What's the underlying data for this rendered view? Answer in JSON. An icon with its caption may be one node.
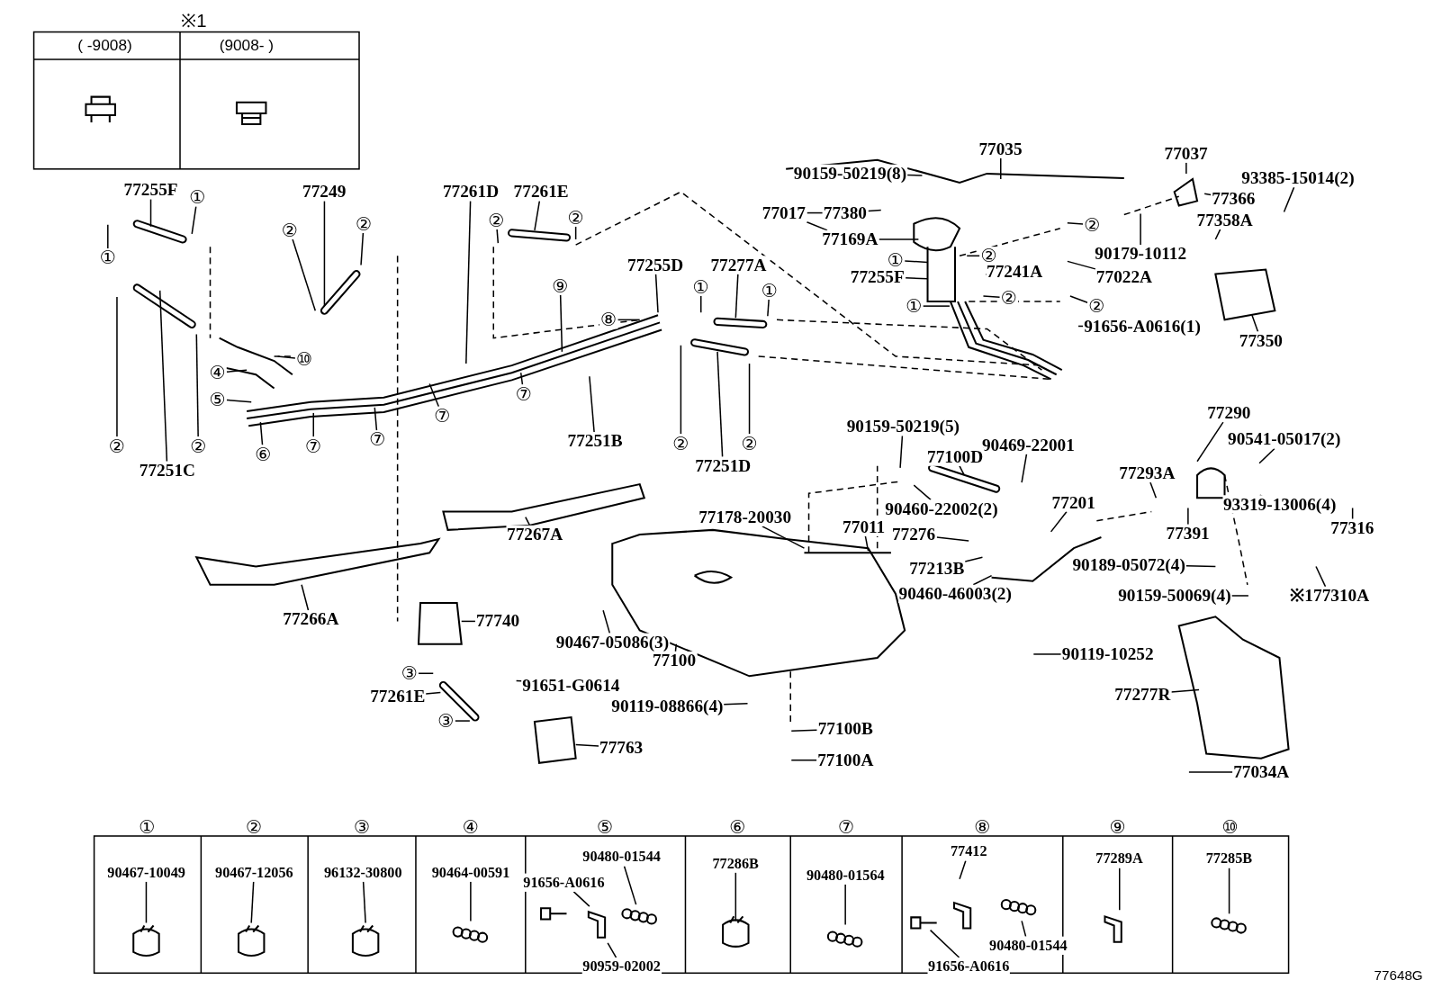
{
  "diagram": {
    "nodes": [
      {
        "text": [
          "77255F"
        ]
      },
      {
        "text": [
          "①"
        ]
      },
      {
        "text": [
          "①"
        ]
      },
      {
        "text": [
          "77249"
        ]
      },
      {
        "text": [
          "②"
        ]
      },
      {
        "text": [
          "②"
        ]
      },
      {
        "text": [
          "②"
        ]
      },
      {
        "text": [
          "77251C"
        ]
      },
      {
        "text": [
          "②"
        ]
      },
      {
        "text": [
          "⑩"
        ]
      },
      {
        "text": [
          "④"
        ]
      },
      {
        "text": [
          "⑤"
        ]
      },
      {
        "text": [
          "⑥"
        ]
      },
      {
        "text": [
          "⑦"
        ]
      },
      {
        "text": [
          "⑦"
        ]
      },
      {
        "text": [
          "⑦"
        ]
      },
      {
        "text": [
          "⑦"
        ]
      },
      {
        "text": [
          "77261D"
        ]
      },
      {
        "text": [
          "77261E"
        ]
      },
      {
        "text": [
          "②"
        ]
      },
      {
        "text": [
          "②"
        ]
      },
      {
        "text": [
          "⑨"
        ]
      },
      {
        "text": [
          "77255D"
        ]
      },
      {
        "text": [
          "⑧"
        ]
      },
      {
        "text": [
          "77251B"
        ]
      },
      {
        "text": [
          "①"
        ]
      },
      {
        "text": [
          "77277A"
        ]
      },
      {
        "text": [
          "①"
        ]
      },
      {
        "text": [
          "②"
        ]
      },
      {
        "text": [
          "77251D"
        ]
      },
      {
        "text": [
          "②"
        ]
      },
      {
        "text": [
          "77035"
        ]
      },
      {
        "text": [
          "77037"
        ]
      },
      {
        "text": [
          "90159-50219(8)"
        ]
      },
      {
        "text": [
          "77017"
        ]
      },
      {
        "text": [
          "77380"
        ]
      },
      {
        "text": [
          "77169A"
        ]
      },
      {
        "text": [
          "①"
        ]
      },
      {
        "text": [
          "②"
        ]
      },
      {
        "text": [
          "77255F"
        ]
      },
      {
        "text": [
          "77241A"
        ]
      },
      {
        "text": [
          "①"
        ]
      },
      {
        "text": [
          "②"
        ]
      },
      {
        "text": [
          "②"
        ]
      },
      {
        "text": [
          "77022A"
        ]
      },
      {
        "text": [
          "②"
        ]
      },
      {
        "text": [
          "91656-A0616(1)"
        ]
      },
      {
        "text": [
          "90179-10112"
        ]
      },
      {
        "text": [
          "93385-15014(2)"
        ]
      },
      {
        "text": [
          "77366"
        ]
      },
      {
        "text": [
          "77358A"
        ]
      },
      {
        "text": [
          "77350"
        ]
      },
      {
        "text": [
          "90159-50219(5)"
        ]
      },
      {
        "text": [
          "90469-22001"
        ]
      },
      {
        "text": [
          "77100D"
        ]
      },
      {
        "text": [
          "90460-22002(2)"
        ]
      },
      {
        "text": [
          "77178-20030"
        ]
      },
      {
        "text": [
          "77011"
        ]
      },
      {
        "text": [
          "77276"
        ]
      },
      {
        "text": [
          "77213B"
        ]
      },
      {
        "text": [
          "90460-46003(2)"
        ]
      },
      {
        "text": [
          "77201"
        ]
      },
      {
        "text": [
          "77293A"
        ]
      },
      {
        "text": [
          "77391"
        ]
      },
      {
        "text": [
          "90189-05072(4)"
        ]
      },
      {
        "text": [
          "90159-50069(4)"
        ]
      },
      {
        "text": [
          "77290"
        ]
      },
      {
        "text": [
          "90541-05017(2)"
        ]
      },
      {
        "text": [
          "93319-13006(4)"
        ]
      },
      {
        "text": [
          "77316"
        ]
      },
      {
        "text": [
          "※177310A"
        ]
      },
      {
        "text": [
          "90119-10252"
        ]
      },
      {
        "text": [
          "77277R"
        ]
      },
      {
        "text": [
          "77034A"
        ]
      },
      {
        "text": [
          "77267A"
        ]
      },
      {
        "text": [
          "77266A"
        ]
      },
      {
        "text": [
          "77740"
        ]
      },
      {
        "text": [
          "90467-05086(3)"
        ]
      },
      {
        "text": [
          "77100"
        ]
      },
      {
        "text": [
          "③"
        ]
      },
      {
        "text": [
          "91651-G0614"
        ]
      },
      {
        "text": [
          "77261E"
        ]
      },
      {
        "text": [
          "90119-08866(4)"
        ]
      },
      {
        "text": [
          "③"
        ]
      },
      {
        "text": [
          "77763"
        ]
      },
      {
        "text": [
          "77100B"
        ]
      },
      {
        "text": [
          "77100A"
        ]
      },
      {
        "text": [
          "90467-10049"
        ]
      },
      {
        "text": [
          "90467-12056"
        ]
      },
      {
        "text": [
          "96132-30800"
        ]
      },
      {
        "text": [
          "90464-00591"
        ]
      },
      {
        "text": [
          "90480-01544"
        ]
      },
      {
        "text": [
          "91656-A0616"
        ]
      },
      {
        "text": [
          "90959-02002"
        ]
      },
      {
        "text": [
          "77286B"
        ]
      },
      {
        "text": [
          "90480-01564"
        ]
      },
      {
        "text": [
          "77412"
        ]
      },
      {
        "text": [
          "90480-01544"
        ]
      },
      {
        "text": [
          "91656-A0616"
        ]
      },
      {
        "text": [
          "77289A"
        ]
      },
      {
        "text": [
          "77285B"
        ]
      }
    ],
    "edges": [
      {
        "from": 0,
        "to": null,
        "arrow": "none"
      },
      {
        "from": 1,
        "to": null,
        "arrow": "none"
      },
      {
        "from": 2,
        "to": null,
        "arrow": "none"
      },
      {
        "from": 3,
        "to": null,
        "arrow": "none"
      },
      {
        "from": 4,
        "to": null,
        "arrow": "none"
      },
      {
        "from": 5,
        "to": null,
        "arrow": "none"
      },
      {
        "from": 6,
        "to": null,
        "arrow": "none"
      },
      {
        "from": 7,
        "to": null,
        "arrow": "none"
      },
      {
        "from": 8,
        "to": null,
        "arrow": "none"
      },
      {
        "from": 9,
        "to": null,
        "arrow": "none"
      },
      {
        "from": 10,
        "to": null,
        "arrow": "none"
      },
      {
        "from": 11,
        "to": null,
        "arrow": "none"
      },
      {
        "from": 12,
        "to": null,
        "arrow": "none"
      },
      {
        "from": 13,
        "to": null,
        "arrow": "none"
      },
      {
        "from": 14,
        "to": null,
        "arrow": "none"
      },
      {
        "from": 15,
        "to": null,
        "arrow": "none"
      },
      {
        "from": 16,
        "to": null,
        "arrow": "none"
      },
      {
        "from": 17,
        "to": null,
        "arrow": "none"
      },
      {
        "from": 18,
        "to": null,
        "arrow": "none"
      },
      {
        "from": 19,
        "to": null,
        "arrow": "none"
      },
      {
        "from": 20,
        "to": null,
        "arrow": "none"
      },
      {
        "from": 21,
        "to": null,
        "arrow": "none"
      },
      {
        "from": 22,
        "to": null,
        "arrow": "none"
      },
      {
        "from": 23,
        "to": null,
        "arrow": "none"
      },
      {
        "from": 24,
        "to": null,
        "arrow": "none"
      },
      {
        "from": 25,
        "to": null,
        "arrow": "none"
      },
      {
        "from": 26,
        "to": null,
        "arrow": "none"
      },
      {
        "from": 27,
        "to": null,
        "arrow": "none"
      },
      {
        "from": 28,
        "to": null,
        "arrow": "none"
      },
      {
        "from": 29,
        "to": null,
        "arrow": "none"
      },
      {
        "from": 30,
        "to": null,
        "arrow": "none"
      },
      {
        "from": 31,
        "to": null,
        "arrow": "none"
      },
      {
        "from": 32,
        "to": null,
        "arrow": "none"
      },
      {
        "from": 33,
        "to": null,
        "arrow": "none"
      },
      {
        "from": 34,
        "to": 35,
        "arrow": "none"
      },
      {
        "from": 34,
        "to": 36,
        "arrow": "none"
      },
      {
        "from": 35,
        "to": null,
        "arrow": "none"
      },
      {
        "from": 36,
        "to": null,
        "arrow": "none"
      },
      {
        "from": 37,
        "to": null,
        "arrow": "none"
      },
      {
        "from": 38,
        "to": null,
        "arrow": "none"
      },
      {
        "from": 39,
        "to": null,
        "arrow": "none"
      },
      {
        "from": 40,
        "to": null,
        "arrow": "none"
      },
      {
        "from": 41,
        "to": null,
        "arrow": "none"
      },
      {
        "from": 42,
        "to": null,
        "arrow": "none"
      },
      {
        "from": 43,
        "to": null,
        "arrow": "none"
      },
      {
        "from": 44,
        "to": null,
        "arrow": "none"
      },
      {
        "from": 45,
        "to": null,
        "arrow": "none"
      },
      {
        "from": 46,
        "to": null,
        "arrow": "none"
      },
      {
        "from": 47,
        "to": null,
        "arrow": "none"
      },
      {
        "from": 48,
        "to": null,
        "arrow": "none"
      },
      {
        "from": 49,
        "to": null,
        "arrow": "none"
      },
      {
        "from": 50,
        "to": null,
        "arrow": "none"
      },
      {
        "from": 51,
        "to": null,
        "arrow": "none"
      },
      {
        "from": 52,
        "to": null,
        "arrow": "none"
      },
      {
        "from": 53,
        "to": null,
        "arrow": "none"
      },
      {
        "from": 54,
        "to": null,
        "arrow": "none"
      },
      {
        "from": 55,
        "to": null,
        "arrow": "none"
      },
      {
        "from": 56,
        "to": null,
        "arrow": "none"
      },
      {
        "from": 57,
        "to": null,
        "arrow": "none"
      },
      {
        "from": 58,
        "to": null,
        "arrow": "none"
      },
      {
        "from": 59,
        "to": null,
        "arrow": "none"
      },
      {
        "from": 60,
        "to": null,
        "arrow": "none"
      },
      {
        "from": 61,
        "to": null,
        "arrow": "none"
      },
      {
        "from": 62,
        "to": null,
        "arrow": "none"
      },
      {
        "from": 63,
        "to": null,
        "arrow": "none"
      },
      {
        "from": 64,
        "to": null,
        "arrow": "none"
      },
      {
        "from": 65,
        "to": null,
        "arrow": "none"
      },
      {
        "from": 66,
        "to": null,
        "arrow": "none"
      },
      {
        "from": 67,
        "to": null,
        "arrow": "none"
      },
      {
        "from": 68,
        "to": null,
        "arrow": "none"
      },
      {
        "from": 69,
        "to": null,
        "arrow": "none"
      },
      {
        "from": 70,
        "to": null,
        "arrow": "none"
      },
      {
        "from": 71,
        "to": null,
        "arrow": "none"
      },
      {
        "from": 72,
        "to": null,
        "arrow": "none"
      },
      {
        "from": 73,
        "to": null,
        "arrow": "none"
      },
      {
        "from": 74,
        "to": null,
        "arrow": "none"
      },
      {
        "from": 75,
        "to": null,
        "arrow": "none"
      },
      {
        "from": 76,
        "to": null,
        "arrow": "none"
      },
      {
        "from": 77,
        "to": null,
        "arrow": "none"
      },
      {
        "from": 78,
        "to": null,
        "arrow": "none"
      },
      {
        "from": 79,
        "to": null,
        "arrow": "none"
      },
      {
        "from": 80,
        "to": null,
        "arrow": "none"
      },
      {
        "from": 81,
        "to": null,
        "arrow": "none"
      },
      {
        "from": 82,
        "to": null,
        "arrow": "none"
      },
      {
        "from": 83,
        "to": null,
        "arrow": "none"
      },
      {
        "from": 84,
        "to": null,
        "arrow": "none"
      },
      {
        "from": 85,
        "to": null,
        "arrow": "none"
      },
      {
        "from": 86,
        "to": null,
        "arrow": "none"
      },
      {
        "from": 87,
        "to": null,
        "arrow": "none"
      },
      {
        "from": 88,
        "to": null,
        "arrow": "none"
      },
      {
        "from": 89,
        "to": null,
        "arrow": "none"
      },
      {
        "from": 90,
        "to": null,
        "arrow": "none"
      },
      {
        "from": 91,
        "to": null,
        "arrow": "none"
      },
      {
        "from": 92,
        "to": null,
        "arrow": "none"
      },
      {
        "from": 93,
        "to": null,
        "arrow": "none"
      },
      {
        "from": 94,
        "to": null,
        "arrow": "none"
      },
      {
        "from": 95,
        "to": null,
        "arrow": "none"
      },
      {
        "from": 96,
        "to": null,
        "arrow": "none"
      },
      {
        "from": 97,
        "to": null,
        "arrow": "none"
      },
      {
        "from": 98,
        "to": null,
        "arrow": "none"
      },
      {
        "from": 99,
        "to": null,
        "arrow": "none"
      },
      {
        "from": 100,
        "to": null,
        "arrow": "none"
      }
    ],
    "labels": [
      "※1",
      "( -9008)",
      "(9008- )",
      "①",
      "②",
      "③",
      "④",
      "⑤",
      "⑥",
      "⑦",
      "⑧",
      "⑨",
      "⑩",
      "77648G"
    ]
  }
}
